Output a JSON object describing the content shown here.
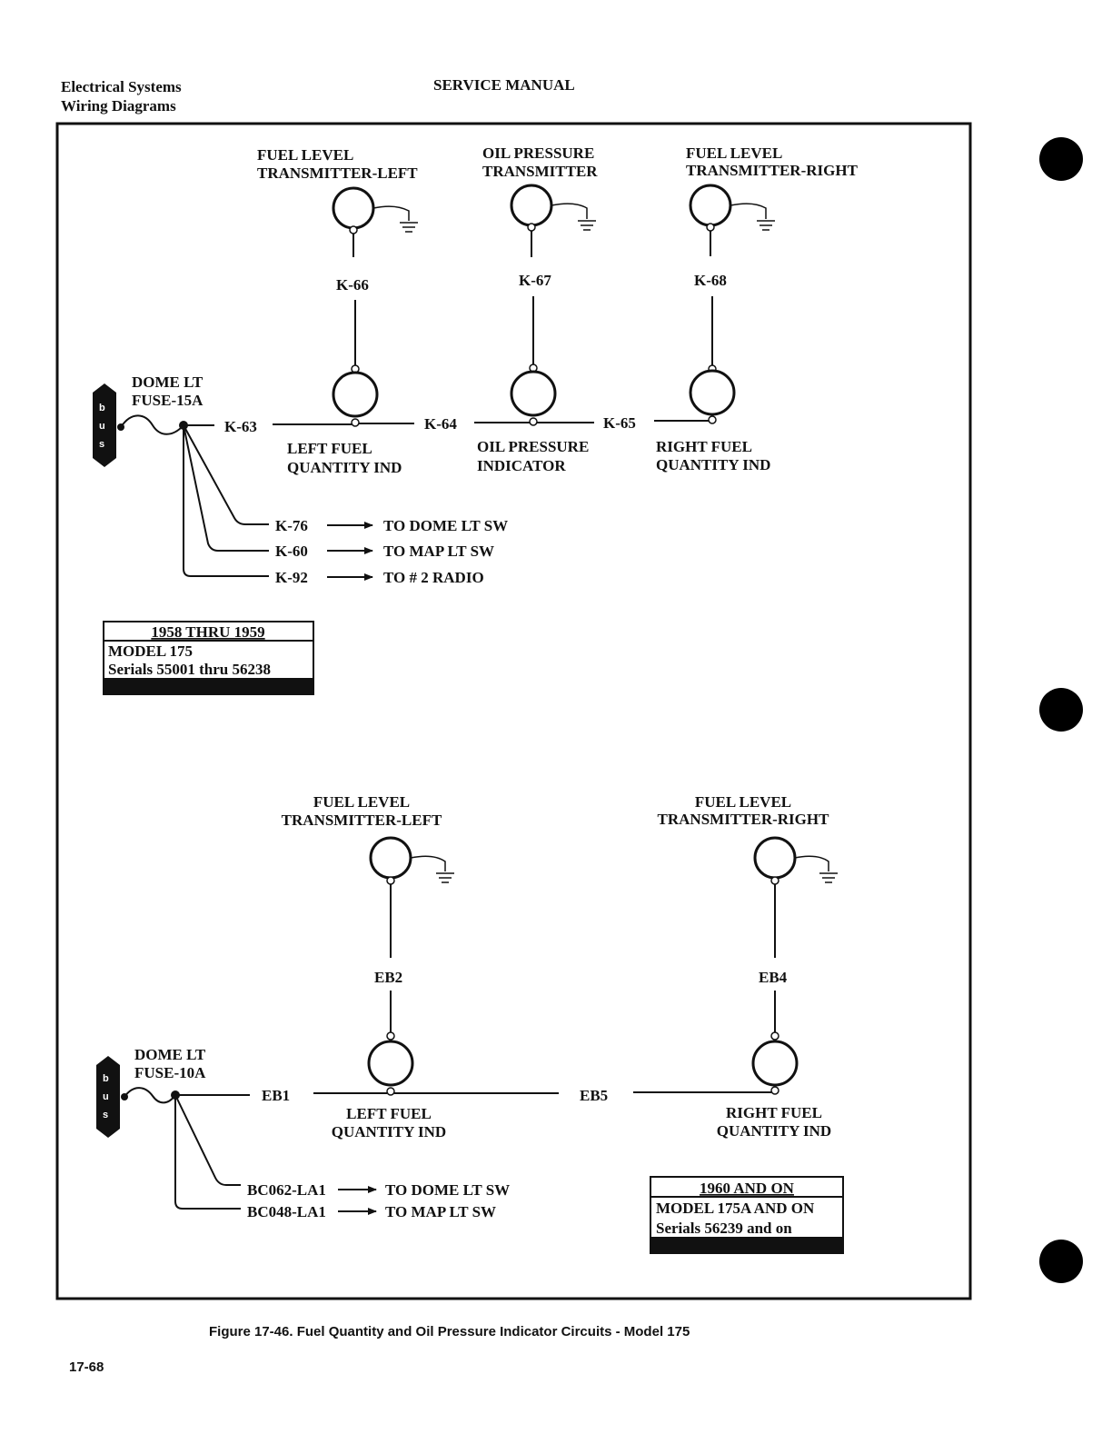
{
  "header": {
    "section_line1": "Electrical Systems",
    "section_line2": "Wiring Diagrams",
    "manual": "SERVICE MANUAL"
  },
  "top": {
    "transmitter_left": [
      "FUEL LEVEL",
      "TRANSMITTER-LEFT"
    ],
    "transmitter_oil": [
      "OIL PRESSURE",
      "TRANSMITTER"
    ],
    "transmitter_right": [
      "FUEL LEVEL",
      "TRANSMITTER-RIGHT"
    ],
    "wire_left_up": "K-66",
    "wire_oil_up": "K-67",
    "wire_right_up": "K-68",
    "fuse": [
      "DOME LT",
      "FUSE-15A"
    ],
    "bus_letters": [
      "b",
      "u",
      "s"
    ],
    "wire_main_1": "K-63",
    "wire_main_2": "K-64",
    "wire_main_3": "K-65",
    "ind_left": [
      "LEFT FUEL",
      "QUANTITY IND"
    ],
    "ind_oil": [
      "OIL PRESSURE",
      "INDICATOR"
    ],
    "ind_right": [
      "RIGHT FUEL",
      "QUANTITY IND"
    ],
    "branches": [
      {
        "wire": "K-76",
        "dest": "TO DOME LT SW"
      },
      {
        "wire": "K-60",
        "dest": "TO MAP LT SW"
      },
      {
        "wire": "K-92",
        "dest": "TO # 2 RADIO"
      }
    ],
    "effectivity": [
      "1958 THRU 1959",
      "MODEL 175",
      "Serials 55001 thru 56238"
    ]
  },
  "bottom": {
    "transmitter_left": [
      "FUEL LEVEL",
      "TRANSMITTER-LEFT"
    ],
    "transmitter_right": [
      "FUEL LEVEL",
      "TRANSMITTER-RIGHT"
    ],
    "wire_left_up": "EB2",
    "wire_right_up": "EB4",
    "fuse": [
      "DOME LT",
      "FUSE-10A"
    ],
    "bus_letters": [
      "b",
      "u",
      "s"
    ],
    "wire_main_1": "EB1",
    "wire_main_2": "EB5",
    "ind_left": [
      "LEFT FUEL",
      "QUANTITY IND"
    ],
    "ind_right": [
      "RIGHT FUEL",
      "QUANTITY IND"
    ],
    "branches": [
      {
        "wire": "BC062-LA1",
        "dest": "TO DOME LT SW"
      },
      {
        "wire": "BC048-LA1",
        "dest": "TO MAP LT SW"
      }
    ],
    "effectivity": [
      "1960 AND ON",
      "MODEL 175A AND ON",
      "Serials 56239 and on"
    ]
  },
  "caption": "Figure 17-46.  Fuel Quantity and Oil Pressure Indicator Circuits - Model 175",
  "page_number": "17-68"
}
